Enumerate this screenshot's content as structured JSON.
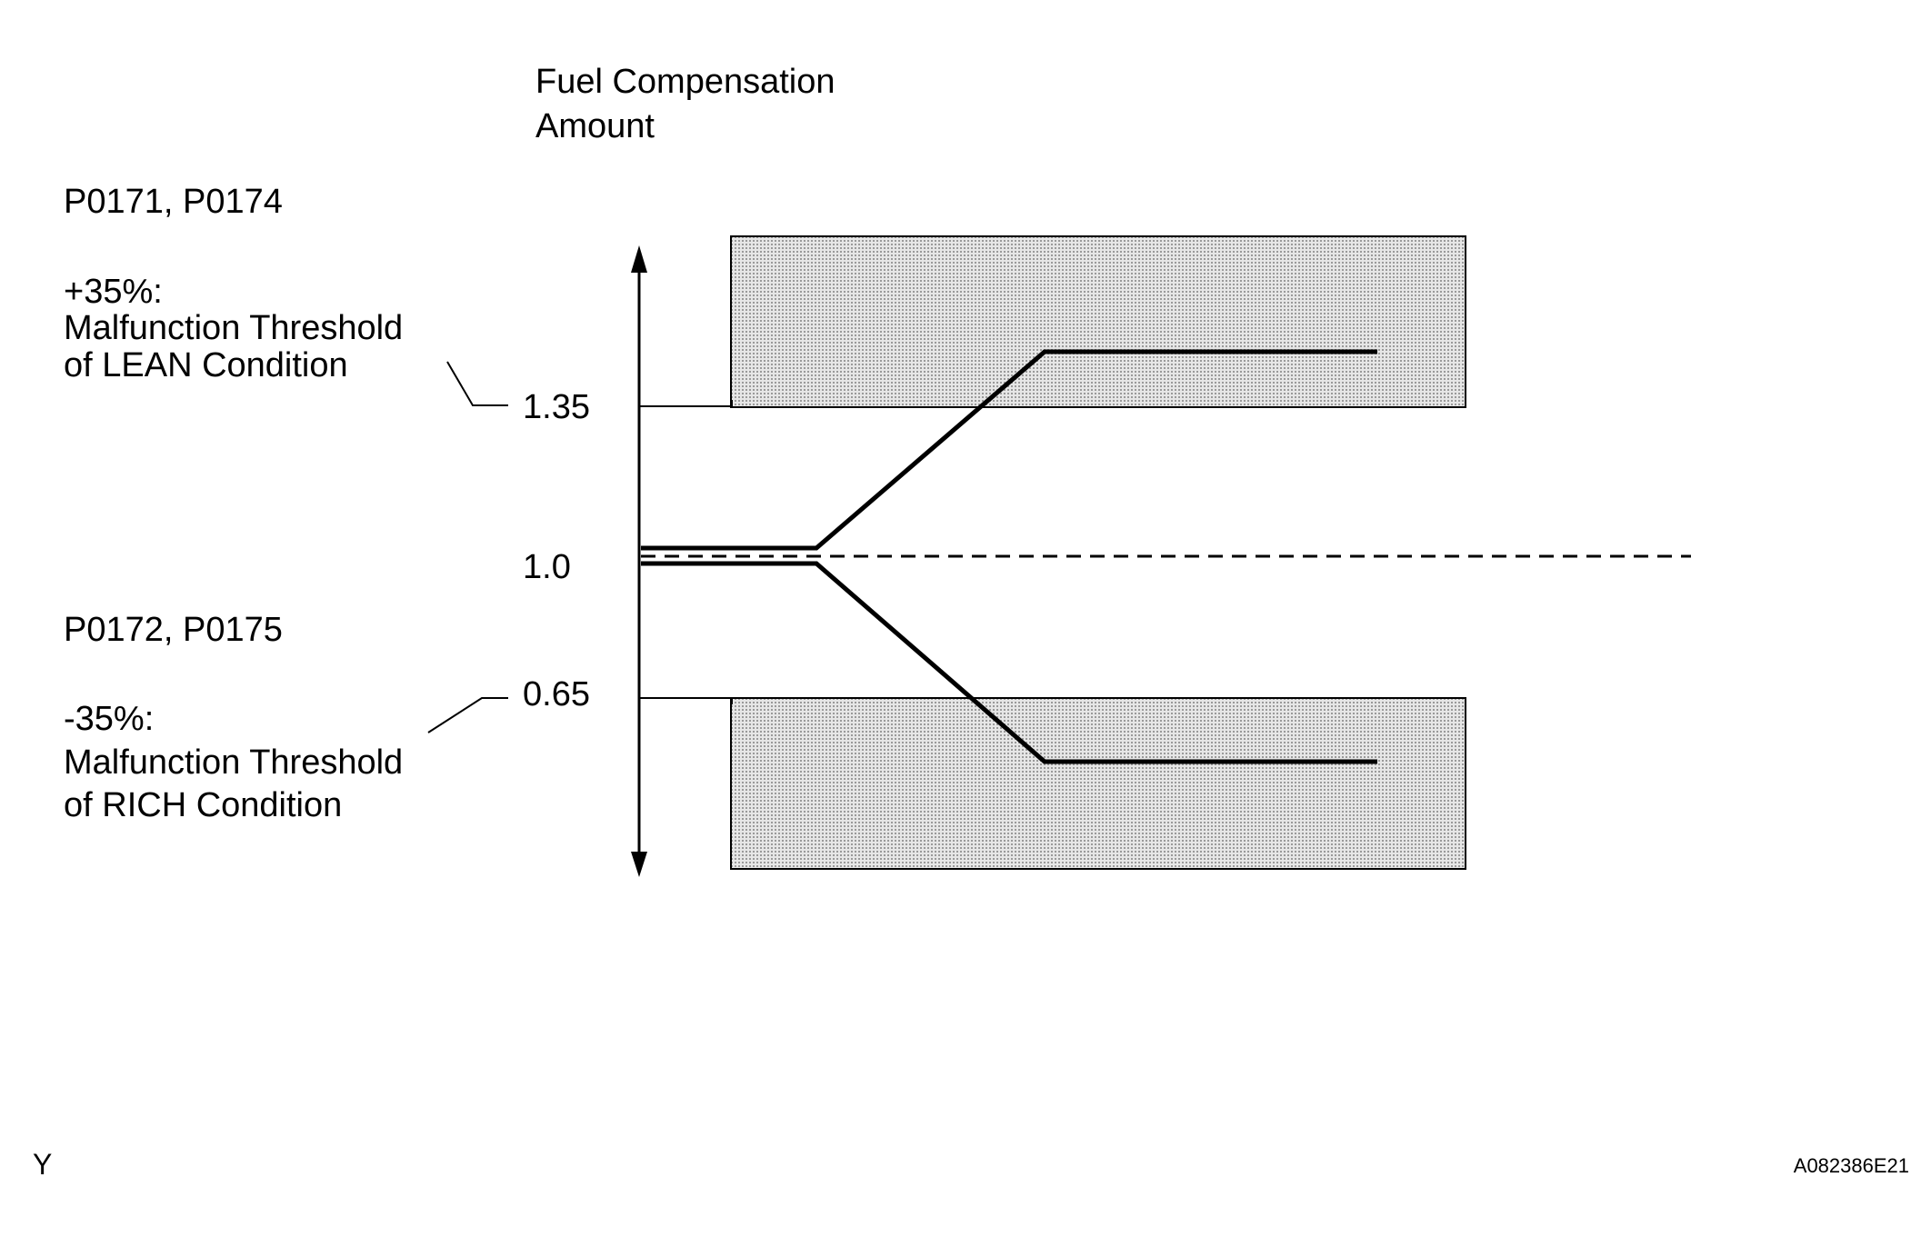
{
  "axis": {
    "title_line1": "Fuel Compensation",
    "title_line2": "Amount",
    "ticks": [
      {
        "label": "1.35",
        "value": 1.35
      },
      {
        "label": "1.0",
        "value": 1.0
      },
      {
        "label": "0.65",
        "value": 0.65
      }
    ]
  },
  "lean": {
    "codes": "P0171, P0174",
    "percent": "+35%:",
    "line1": "Malfunction Threshold",
    "line2": "of LEAN Condition"
  },
  "rich": {
    "codes": "P0172, P0175",
    "percent": "-35%:",
    "line1": "Malfunction Threshold",
    "line2": "of RICH Condition"
  },
  "footer": {
    "left_mark": "Y",
    "figure_id": "A082386E21"
  },
  "colors": {
    "ink": "#000000",
    "zone_fill": "#d9d9d9"
  }
}
